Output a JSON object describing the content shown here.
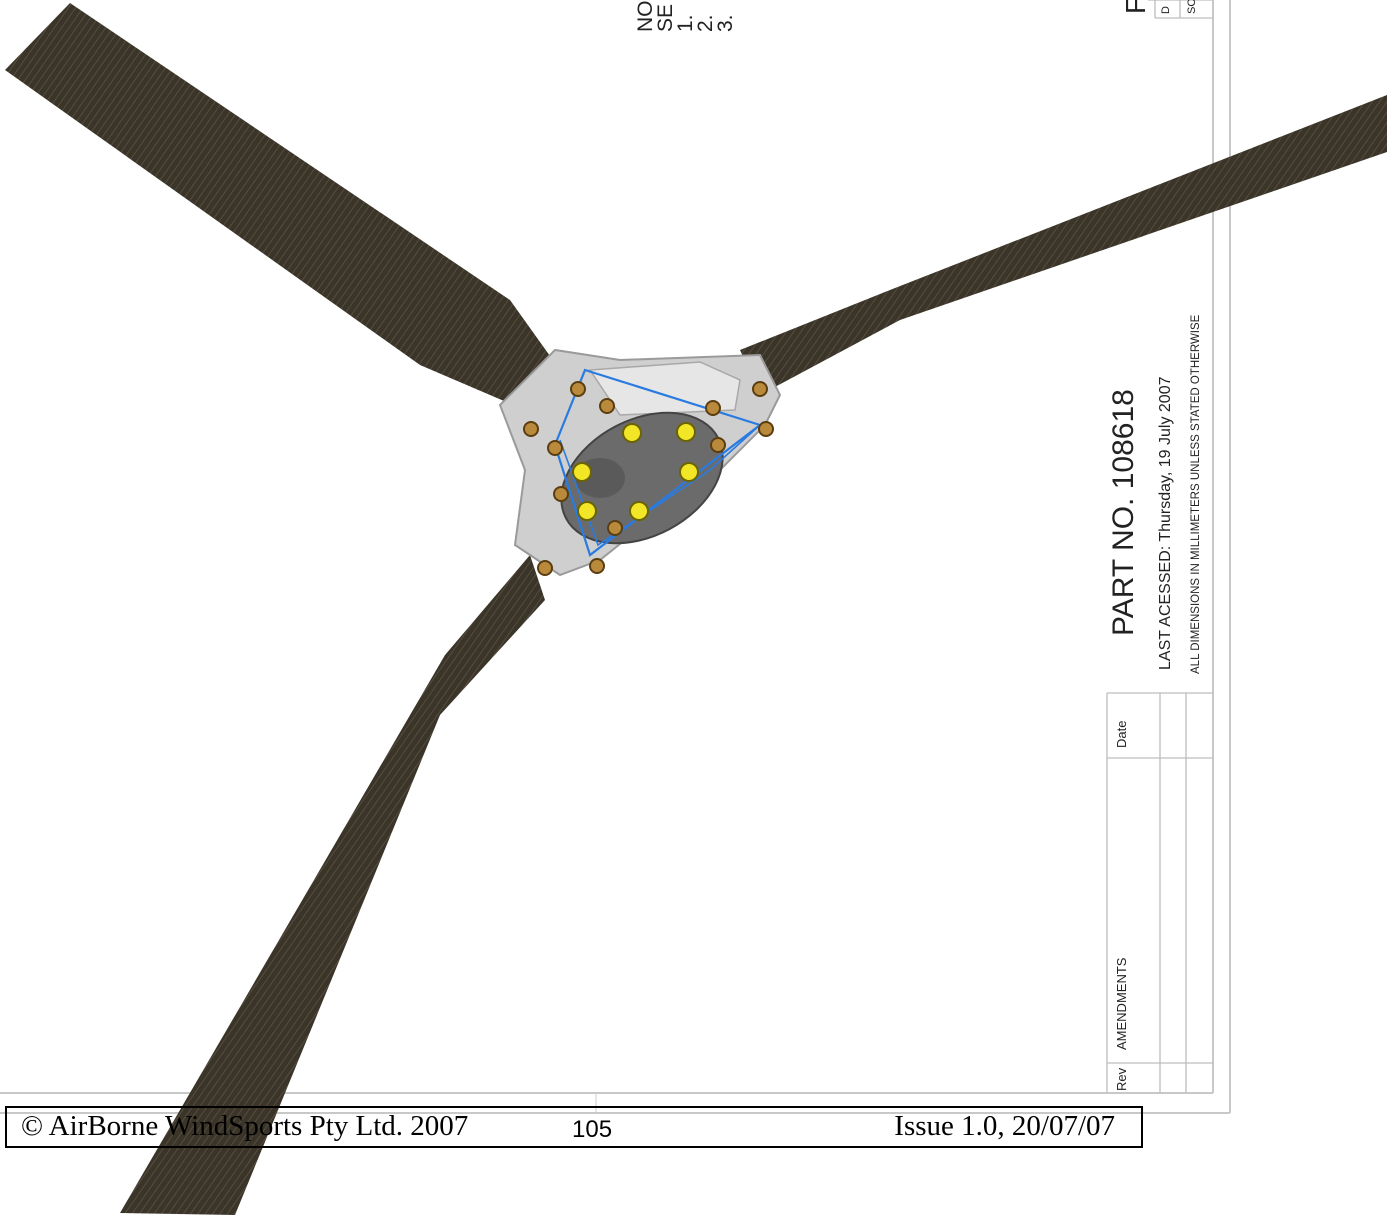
{
  "notes": {
    "line1": "NO",
    "line2": "SE",
    "items": [
      "1.",
      "2.",
      "3."
    ]
  },
  "title_block": {
    "part_no": "PART NO. 108618",
    "last_accessed": "LAST ACESSED: Thursday, 19 July 2007",
    "dimensions_note": "ALL DIMENSIONS IN MILLIMETERS UNLESS STATED OTHERWISE",
    "corner_letter": "F",
    "corner_small_1": "D",
    "corner_small_2": "SC"
  },
  "amendments": {
    "rev_label": "Rev",
    "amendments_label": "AMENDMENTS",
    "date_label": "Date"
  },
  "footer": {
    "copyright": "© AirBorne WindSports Pty Ltd. 2007",
    "page_number": "105",
    "issue": "Issue 1.0, 20/07/07"
  },
  "colors": {
    "blade": "#3a342c",
    "hub": "#c8c8c8",
    "plate": "#6a6a6a",
    "bolt_yellow": "#f2e627",
    "bolt_bronze": "#b98a3c",
    "outline_blue": "#2a7be0"
  }
}
